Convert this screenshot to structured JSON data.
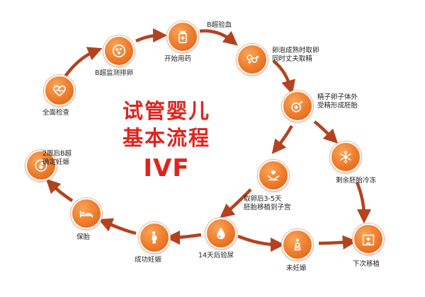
{
  "title": {
    "line1": "试管婴儿",
    "line2": "基本流程",
    "line3": "IVF",
    "color": "#e0231c"
  },
  "accent_color": "#ee7a2a",
  "arrow_color": "#b4421f",
  "steps": [
    {
      "id": "full-check",
      "label": "全面检查",
      "icon": "heart-icon"
    },
    {
      "id": "b-monitor",
      "label": "B超监测排卵",
      "icon": "ovary-icon"
    },
    {
      "id": "start-meds",
      "label": "开始用药",
      "icon": "medicine-bottle-icon"
    },
    {
      "id": "b-blood",
      "label": "B超验血",
      "icon": ""
    },
    {
      "id": "retrieve",
      "label": "卵泡成熟时取卵\n同时丈夫取精",
      "icon": "gender-symbols-icon"
    },
    {
      "id": "fertilize",
      "label": "精子卵子体外\n受精形成胚胎",
      "icon": "sperm-egg-icon"
    },
    {
      "id": "freeze",
      "label": "剩余胚胎冷冻",
      "icon": "snowflake-icon"
    },
    {
      "id": "transfer",
      "label": "取卵后3-5天\n胚胎移植到子宫",
      "icon": "hands-heart-icon"
    },
    {
      "id": "next-transfer",
      "label": "下次移植",
      "icon": "hospital-icon"
    },
    {
      "id": "not-pregnant",
      "label": "未妊娠",
      "icon": "not-pregnant-icon"
    },
    {
      "id": "urine-test",
      "label": "14天后验尿",
      "icon": "drop-icon"
    },
    {
      "id": "pregnant",
      "label": "成功妊娠",
      "icon": "pregnant-icon"
    },
    {
      "id": "protect",
      "label": "保胎",
      "icon": "bed-rest-icon"
    },
    {
      "id": "confirm",
      "label": "2周后B超\n确定妊娠",
      "icon": "fetus-icon"
    }
  ]
}
